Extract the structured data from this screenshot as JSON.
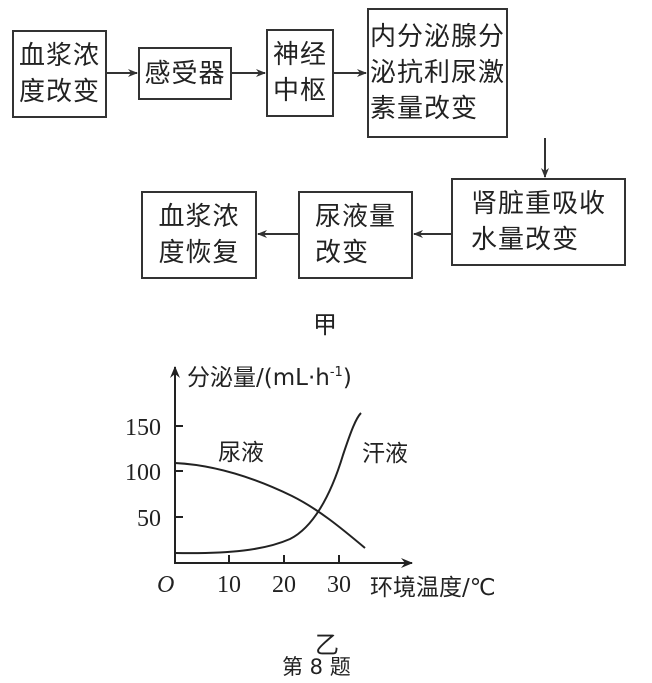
{
  "figure_jia": {
    "caption": "甲",
    "boxes": [
      {
        "id": "plasma-change",
        "lines": [
          "血浆浓",
          "度改变"
        ]
      },
      {
        "id": "receptor",
        "lines": [
          "感受器"
        ]
      },
      {
        "id": "nerve-center",
        "lines": [
          "神经",
          "中枢"
        ]
      },
      {
        "id": "adh",
        "lines": [
          "内分泌腺分",
          "泌抗利尿激",
          "素量改变"
        ]
      },
      {
        "id": "kidney",
        "lines": [
          "肾脏重吸收",
          "水量改变"
        ]
      },
      {
        "id": "urine-change",
        "lines": [
          "尿液量",
          "改变"
        ]
      },
      {
        "id": "plasma-restore",
        "lines": [
          "血浆浓",
          "度恢复"
        ]
      }
    ],
    "flow": [
      "血浆浓度改变",
      "感受器",
      "神经中枢",
      "内分泌腺分泌抗利尿激素量改变",
      "肾脏重吸收水量改变",
      "尿液量改变",
      "血浆浓度恢复"
    ]
  },
  "figure_yi": {
    "caption": "乙",
    "origin_label": "O",
    "ylabel": "分泌量/(mL·h⁻¹)",
    "ylabel_main": "分泌量/(mL·h",
    "ylabel_sup": "-1",
    "ylabel_close": ")",
    "xlabel": "环境温度/℃",
    "yticks": [
      "50",
      "100",
      "150"
    ],
    "xticks": [
      "10",
      "20",
      "30"
    ],
    "series_labels": {
      "urine": "尿液",
      "sweat": "汗液"
    }
  },
  "question_label": "第 8 题",
  "chart_data": {
    "type": "line",
    "title": "",
    "xlabel": "环境温度/℃",
    "ylabel": "分泌量/(mL·h⁻¹)",
    "xlim": [
      0,
      40
    ],
    "ylim": [
      0,
      170
    ],
    "xticks": [
      10,
      20,
      30
    ],
    "yticks": [
      50,
      100,
      150
    ],
    "grid": false,
    "legend": "inline labels",
    "series": [
      {
        "name": "尿液",
        "x": [
          0,
          5,
          10,
          15,
          20,
          25,
          27,
          30,
          35
        ],
        "y": [
          110,
          107,
          101,
          92,
          80,
          64,
          57,
          46,
          20
        ]
      },
      {
        "name": "汗液",
        "x": [
          0,
          5,
          10,
          15,
          20,
          24,
          27,
          30,
          33,
          35
        ],
        "y": [
          10,
          10,
          11,
          13,
          20,
          35,
          52,
          85,
          130,
          163
        ]
      }
    ],
    "annotations": [
      {
        "text": "尿液",
        "x": 11,
        "y": 135
      },
      {
        "text": "汗液",
        "x": 38,
        "y": 120
      }
    ]
  }
}
